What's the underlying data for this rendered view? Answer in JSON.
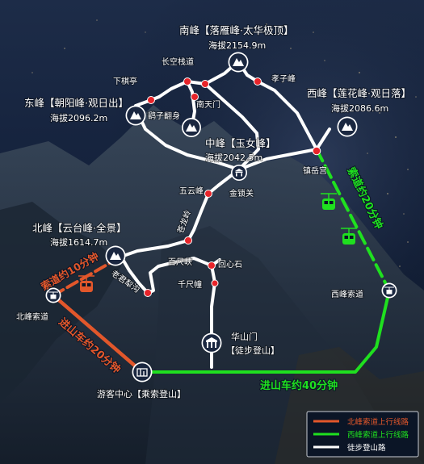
{
  "peaks": {
    "south": {
      "name": "南峰【落雁峰·太华极顶】",
      "altitude": "海拔2154.9m"
    },
    "east": {
      "name": "东峰【朝阳峰·观日出】",
      "altitude": "海拔2096.2m"
    },
    "west": {
      "name": "西峰【莲花峰·观日落】",
      "altitude": "海拔2086.6m"
    },
    "middle": {
      "name": "中峰【玉女峰】",
      "altitude": "海拔2042.5m"
    },
    "north": {
      "name": "北峰【云台峰·全景】",
      "altitude": "海拔1614.7m"
    }
  },
  "spots": {
    "changkong": "长空栈道",
    "xiaqi": "下棋亭",
    "nantianmen": "南天门",
    "xiaozi": "孝子峰",
    "yaozi": "鹞子翻身",
    "zhenyue": "镇岳宫",
    "jinsuo": "金锁关",
    "wuyun": "五云峰",
    "canglong": "苍龙岭",
    "baichi": "百尺峡",
    "huixin": "回心石",
    "qianchi": "千尺幢",
    "laojun": "老君犁沟"
  },
  "stations": {
    "north_ropeway": "北峰索道",
    "west_ropeway": "西峰索道",
    "visitor": "游客中心【乘索登山】",
    "gate_line1": "华山门",
    "gate_line2": "【徒步登山】"
  },
  "routes": {
    "north_cable": "索道约10分钟",
    "west_cable": "索道约20分钟",
    "north_bus": "进山车约20分钟",
    "west_bus": "进山车约40分钟"
  },
  "legend": {
    "items": [
      {
        "label": "北峰索道上行线路",
        "color": "#e2572b"
      },
      {
        "label": "西峰索道上行线路",
        "color": "#1fe01f"
      },
      {
        "label": "徒步登山路",
        "color": "#ffffff"
      }
    ]
  },
  "colors": {
    "trail": "#ffffff",
    "north_route": "#e2572b",
    "west_route": "#1fe01f",
    "spot_dot": "#e8242a"
  }
}
